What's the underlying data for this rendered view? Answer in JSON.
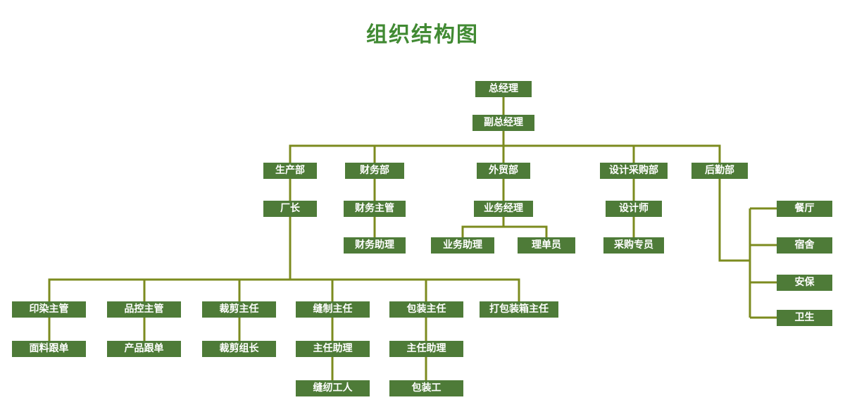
{
  "title": "组织结构图",
  "colors": {
    "box": "#4e7b38",
    "line": "#7c8b1f",
    "title": "#418a33",
    "text": "#ffffff"
  },
  "nodes": {
    "gm": "总经理",
    "dgm": "副总经理",
    "production": "生产部",
    "finance": "财务部",
    "trade": "外贸部",
    "design_purchasing": "设计采购部",
    "logistics": "后勤部",
    "factory_director": "厂长",
    "finance_supervisor": "财务主管",
    "finance_assistant": "财务助理",
    "business_manager": "业务经理",
    "business_assistant": "业务助理",
    "doc_clerk": "理单员",
    "designer": "设计师",
    "purchasing_specialist": "采购专员",
    "canteen": "餐厅",
    "dormitory": "宿舍",
    "security": "安保",
    "sanitation": "卫生",
    "dyeing_supervisor": "印染主管",
    "qc_supervisor": "品控主管",
    "cutting_director": "裁剪主任",
    "sewing_director": "缝制主任",
    "packing_director": "包装主任",
    "boxing_director": "打包装箱主任",
    "fabric_merchandiser": "面料跟单",
    "product_merchandiser": "产品跟单",
    "cutting_leader": "裁剪组长",
    "sewing_assistant": "主任助理",
    "packing_assistant": "主任助理",
    "sewing_workers": "缝纫工人",
    "packing_worker": "包装工"
  },
  "hierarchy": [
    [
      "总经理",
      "副总经理"
    ],
    [
      "副总经理",
      "生产部"
    ],
    [
      "副总经理",
      "财务部"
    ],
    [
      "副总经理",
      "外贸部"
    ],
    [
      "副总经理",
      "设计采购部"
    ],
    [
      "副总经理",
      "后勤部"
    ],
    [
      "生产部",
      "厂长"
    ],
    [
      "厂长",
      "印染主管"
    ],
    [
      "厂长",
      "品控主管"
    ],
    [
      "厂长",
      "裁剪主任"
    ],
    [
      "厂长",
      "缝制主任"
    ],
    [
      "厂长",
      "包装主任"
    ],
    [
      "厂长",
      "打包装箱主任"
    ],
    [
      "印染主管",
      "面料跟单"
    ],
    [
      "品控主管",
      "产品跟单"
    ],
    [
      "裁剪主任",
      "裁剪组长"
    ],
    [
      "缝制主任",
      "主任助理"
    ],
    [
      "主任助理(缝制)",
      "缝纫工人"
    ],
    [
      "包装主任",
      "主任助理"
    ],
    [
      "主任助理(包装)",
      "包装工"
    ],
    [
      "财务部",
      "财务主管"
    ],
    [
      "财务主管",
      "财务助理"
    ],
    [
      "外贸部",
      "业务经理"
    ],
    [
      "业务经理",
      "业务助理"
    ],
    [
      "业务经理",
      "理单员"
    ],
    [
      "设计采购部",
      "设计师"
    ],
    [
      "设计师",
      "采购专员"
    ],
    [
      "后勤部",
      "餐厅"
    ],
    [
      "后勤部",
      "宿舍"
    ],
    [
      "后勤部",
      "安保"
    ],
    [
      "后勤部",
      "卫生"
    ]
  ]
}
